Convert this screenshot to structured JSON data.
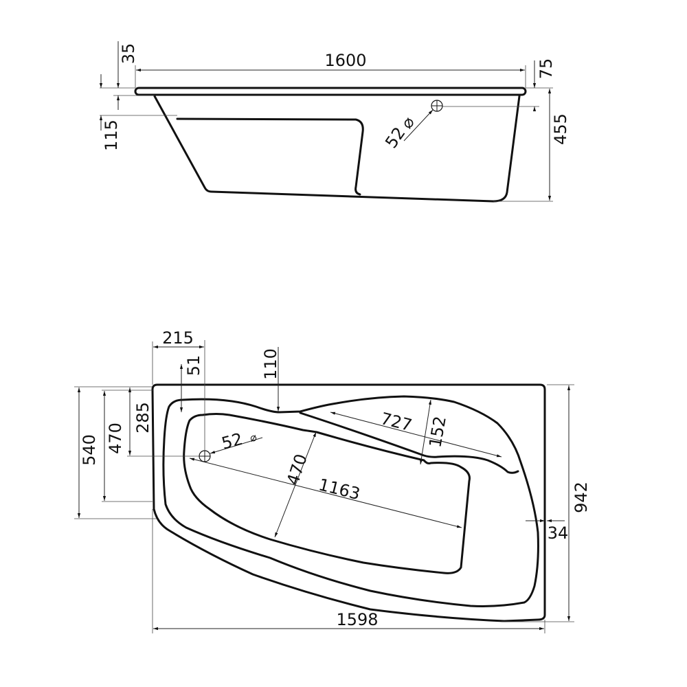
{
  "side_view": {
    "dims": {
      "length": "1600",
      "rim_thickness": "35",
      "seat_depth": "115",
      "overflow_offset": "75",
      "height": "455",
      "overflow_diameter": "52",
      "diameter_symbol": "⌀"
    }
  },
  "top_view": {
    "dims": {
      "drain_x": "215",
      "rim_offset": "51",
      "seat_gap": "110",
      "left_width": "540",
      "basin_left_width": "470",
      "drain_y": "285",
      "drain_diameter": "52",
      "diameter_symbol": "⌀",
      "basin_length": "1163",
      "basin_width": "470",
      "seat_length": "727",
      "seat_width": "152",
      "rim_right": "34",
      "total_width": "942",
      "total_length": "1598"
    }
  },
  "colors": {
    "line": "#111111",
    "background": "#ffffff"
  }
}
